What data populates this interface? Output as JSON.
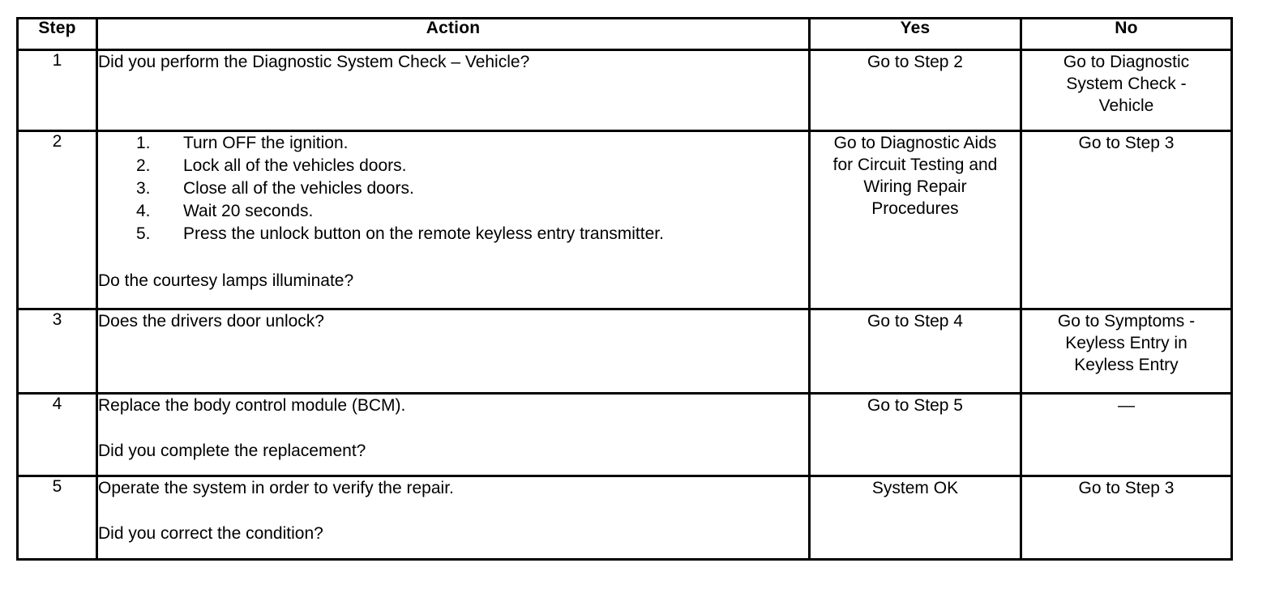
{
  "table": {
    "name": "diagnostic-trouble-code-table",
    "columns": [
      {
        "key": "step",
        "label": "Step"
      },
      {
        "key": "action",
        "label": "Action"
      },
      {
        "key": "yes",
        "label": "Yes"
      },
      {
        "key": "no",
        "label": "No"
      }
    ],
    "rows": [
      {
        "step": "1",
        "action": {
          "intro": "Did you perform the Diagnostic System Check – Vehicle?",
          "list": [],
          "question": ""
        },
        "yes": "Go to Step 2",
        "no_lines": [
          "Go to Diagnostic",
          "System Check -",
          "Vehicle"
        ]
      },
      {
        "step": "2",
        "action": {
          "intro": "",
          "list": [
            {
              "num": "1.",
              "text": "Turn OFF the ignition."
            },
            {
              "num": "2.",
              "text": "Lock all of the vehicles doors."
            },
            {
              "num": "3.",
              "text": "Close all of the vehicles doors."
            },
            {
              "num": "4.",
              "text": "Wait 20 seconds."
            },
            {
              "num": "5.",
              "text": "Press the unlock button on the remote keyless entry transmitter."
            }
          ],
          "question": "Do the courtesy lamps illuminate?"
        },
        "yes_lines": [
          "Go to Diagnostic Aids",
          "for Circuit Testing and",
          "Wiring Repair",
          "Procedures"
        ],
        "no": "Go to Step 3"
      },
      {
        "step": "3",
        "action": {
          "intro": "Does the drivers door unlock?",
          "list": [],
          "question": ""
        },
        "yes": "Go to Step 4",
        "no_lines": [
          "Go to Symptoms -",
          "Keyless Entry in",
          "Keyless Entry"
        ]
      },
      {
        "step": "4",
        "action": {
          "intro": "Replace the body control module (BCM).",
          "list": [],
          "question": "Did you complete the replacement?"
        },
        "yes": "Go to Step 5",
        "no": "—"
      },
      {
        "step": "5",
        "action": {
          "intro": "Operate the system in order to verify the repair.",
          "list": [],
          "question": "Did you correct the condition?"
        },
        "yes": "System OK",
        "no": "Go to Step 3"
      }
    ]
  }
}
